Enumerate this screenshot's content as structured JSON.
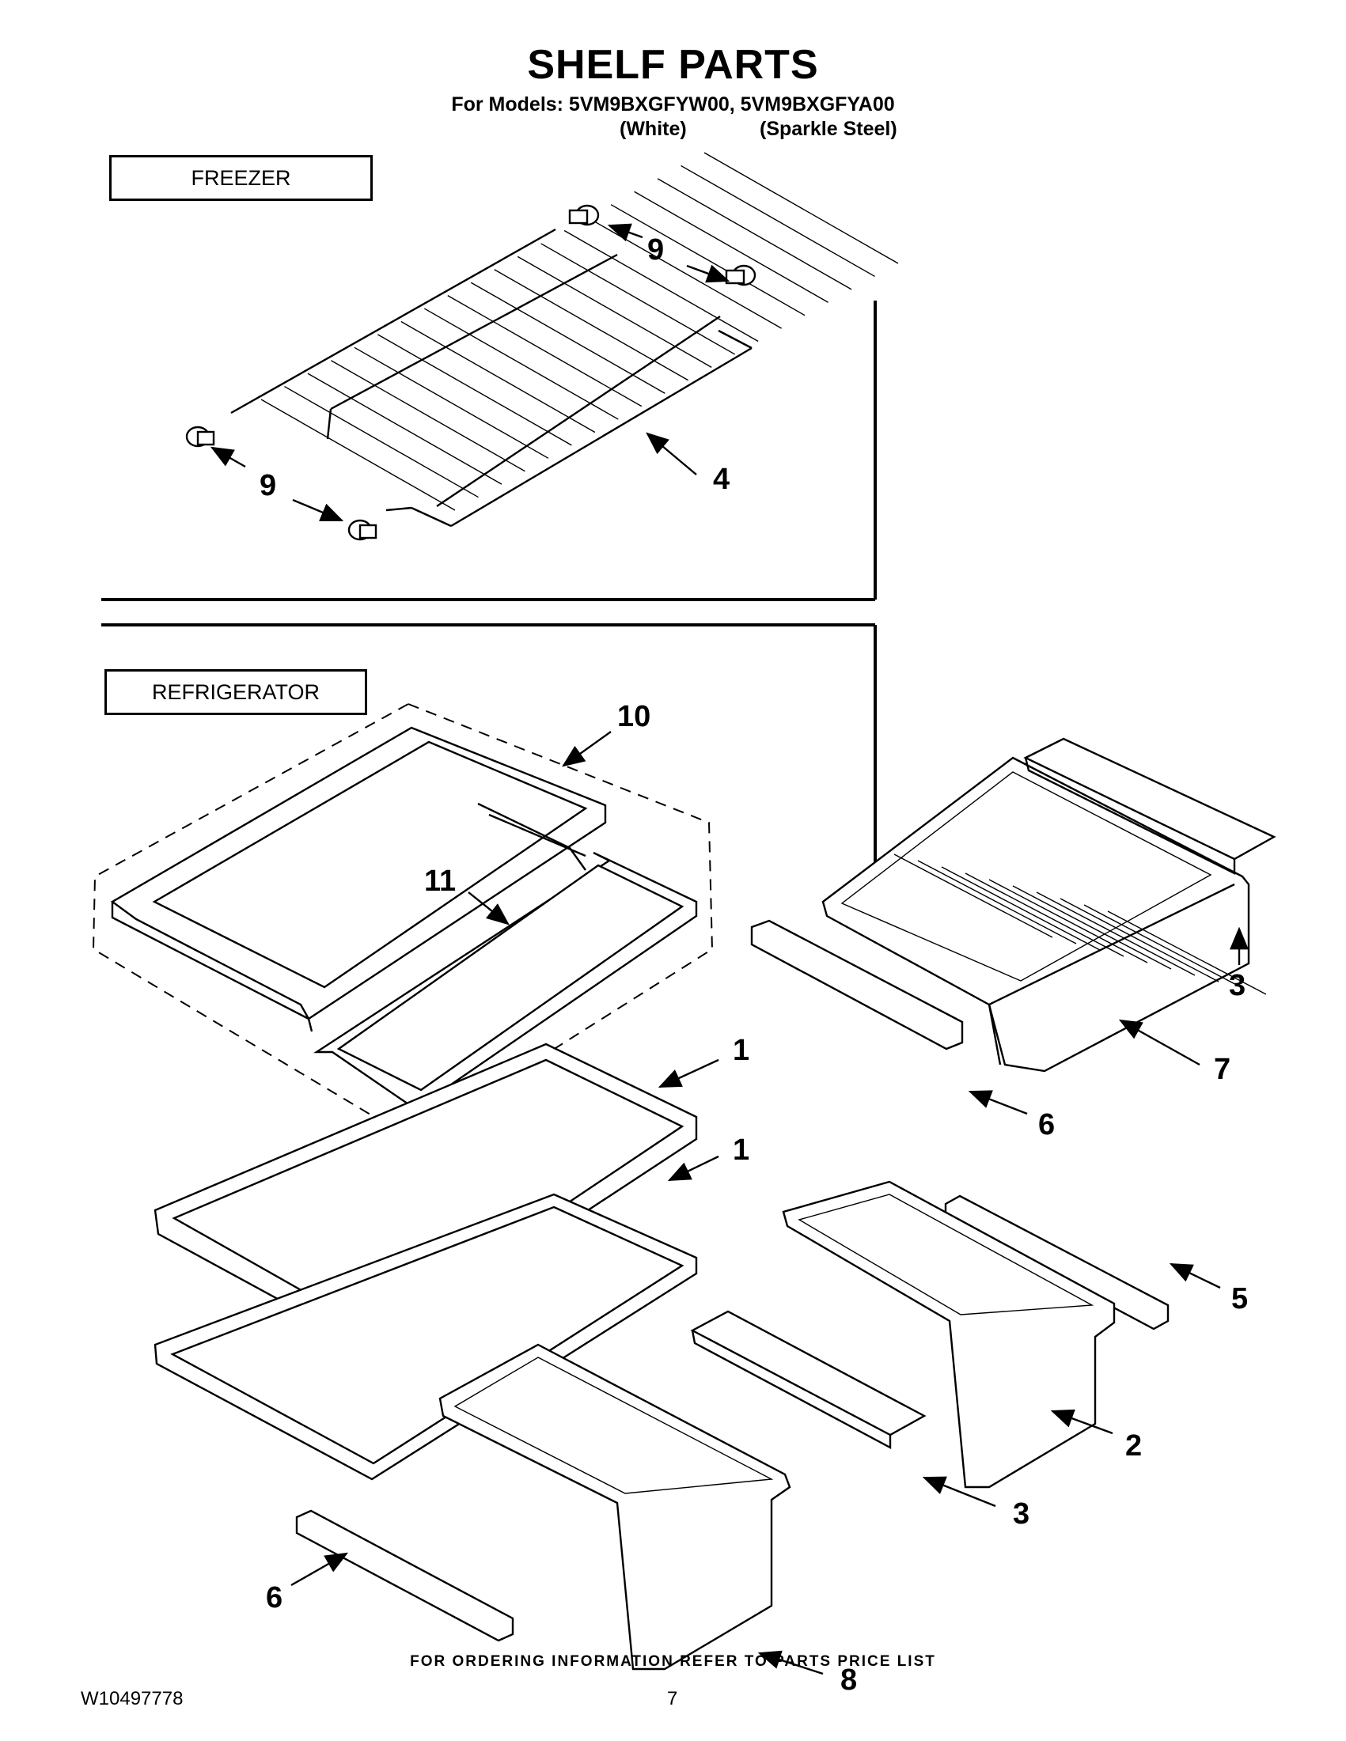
{
  "header": {
    "title": "SHELF PARTS",
    "models_line": "For Models: 5VM9BXGFYW00, 5VM9BXGFYA00",
    "color_white": "(White)",
    "color_steel": "(Sparkle Steel)"
  },
  "sections": {
    "freezer": "FREEZER",
    "refrigerator": "REFRIGERATOR"
  },
  "callouts": {
    "wire_shelf": "4",
    "end_cap_top": "9",
    "end_cap_left": "9",
    "shelf_assembly": "10",
    "glass_shelf": "11",
    "shelf_upper": "1",
    "shelf_lower": "1",
    "cover_right": "3",
    "drawer_top": "7",
    "rail_top": "6",
    "rail_right": "5",
    "crisper_right": "2",
    "cover_middle": "3",
    "crisper_left": "8",
    "rail_left": "6"
  },
  "footer": {
    "note": "FOR ORDERING INFORMATION REFER TO PARTS PRICE LIST",
    "doc_number": "W10497778",
    "page_number": "7"
  }
}
